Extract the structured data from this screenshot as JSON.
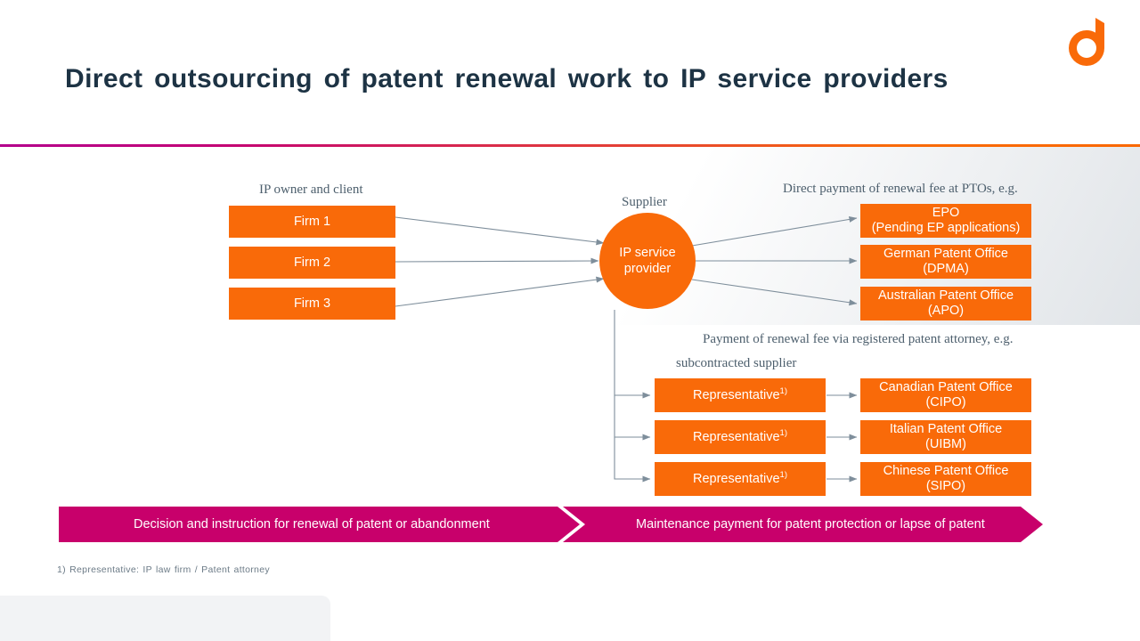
{
  "slide": {
    "title": "Direct outsourcing of patent renewal work to IP service providers",
    "footnote": "1) Representative: IP law firm / Patent attorney",
    "logo_name": "stylized-d-logo"
  },
  "colors": {
    "orange": "#f96a09",
    "magenta": "#c8006b",
    "title_text": "#1d3344",
    "caption_text": "#4d5f6d",
    "arrow": "#7e8e9b",
    "footnote_text": "#6c7b87",
    "panel_grey": "#f2f3f5"
  },
  "captions": {
    "ip_owner": "IP owner and client",
    "supplier": "Supplier",
    "direct_payment": "Direct payment of renewal fee at PTOs, e.g.",
    "via_attorney": "Payment of renewal fee via registered patent attorney, e.g.",
    "subcontracted": "subcontracted supplier"
  },
  "clients": [
    {
      "label": "Firm 1"
    },
    {
      "label": "Firm 2"
    },
    {
      "label": "Firm 3"
    }
  ],
  "supplier": {
    "label": "IP service\nprovider",
    "line1": "IP service",
    "line2": "provider"
  },
  "direct_offices": [
    {
      "line1": "EPO",
      "line2": "(Pending EP applications)"
    },
    {
      "line1": "German Patent Office",
      "line2": "(DPMA)"
    },
    {
      "line1": "Australian Patent Office",
      "line2": "(APO)"
    }
  ],
  "representatives": [
    {
      "label": "Representative",
      "sup": "1)"
    },
    {
      "label": "Representative",
      "sup": "1)"
    },
    {
      "label": "Representative",
      "sup": "1)"
    }
  ],
  "indirect_offices": [
    {
      "line1": "Canadian Patent Office",
      "line2": "(CIPO)"
    },
    {
      "line1": "Italian Patent Office",
      "line2": "(UIBM)"
    },
    {
      "line1": "Chinese Patent Office",
      "line2": "(SIPO)"
    }
  ],
  "banner": {
    "left": "Decision and instruction for renewal of patent or abandonment",
    "right": "Maintenance payment for patent protection or lapse of patent"
  }
}
